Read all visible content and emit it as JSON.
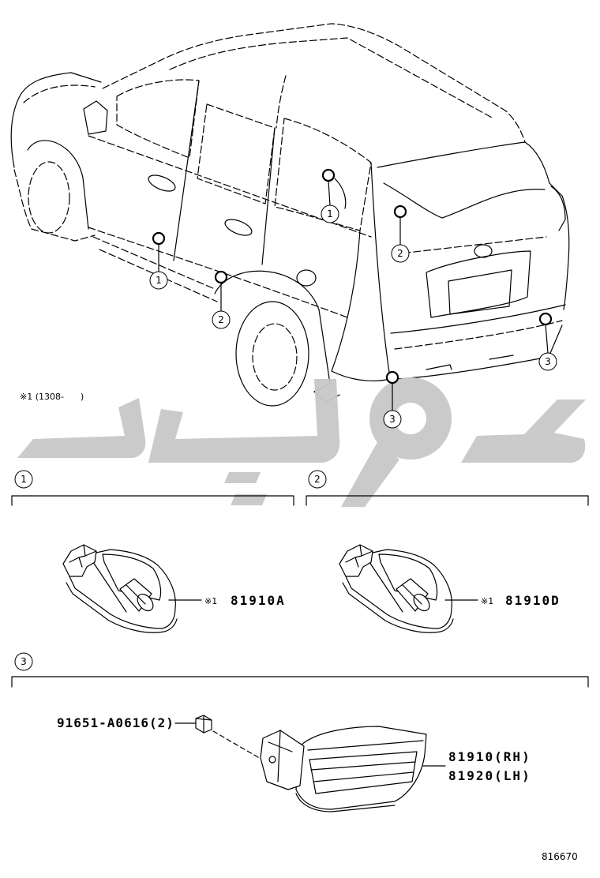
{
  "diagram": {
    "note": "※1 (1308-      )",
    "callouts": [
      "1",
      "1",
      "2",
      "2",
      "3",
      "3"
    ],
    "sections": [
      "1",
      "2",
      "3"
    ],
    "parts": {
      "lamp_a": {
        "ref": "※1",
        "number": "81910A"
      },
      "lamp_b": {
        "ref": "※1",
        "number": "81910D"
      },
      "bolt": {
        "number": "91651-A0616(2)"
      },
      "rear_lamp": {
        "rh": "81910(RH)",
        "lh": "81920(LH)"
      }
    },
    "illustration_number": "816670",
    "colors": {
      "line": "#000000",
      "background": "#ffffff",
      "watermark": "#c8c8c8"
    }
  }
}
